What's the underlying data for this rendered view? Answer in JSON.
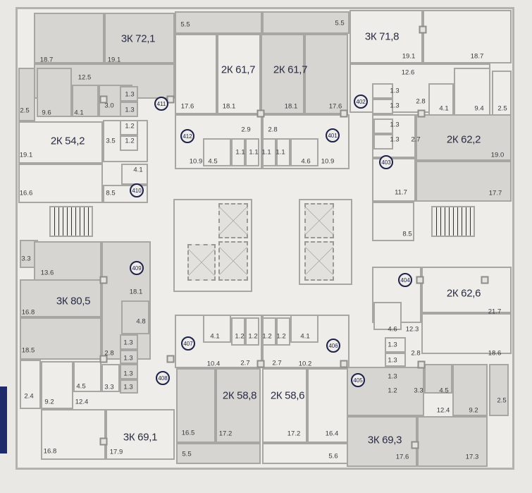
{
  "colors": {
    "wall": "#a7a6a2",
    "room_shaded": "#d6d5d1",
    "room_light": "#eeede9",
    "marker": "#1e2148",
    "accent_tab": "#1f2a6b"
  },
  "apartments": [
    "3К 72,1",
    "2К 61,7",
    "2К 61,7",
    "3К 71,8",
    "2К 54,2",
    "2К 62,2",
    "3К 80,5",
    "2К 62,6",
    "2К 58,8",
    "2К 58,6",
    "3К 69,1",
    "3К 69,3"
  ],
  "unit_numbers": [
    "411",
    "412",
    "410",
    "409",
    "408",
    "407",
    "402",
    "401",
    "403",
    "404",
    "405",
    "406"
  ],
  "room_areas": [
    "18.7",
    "19.1",
    "12.5",
    "2.5",
    "9.6",
    "4.1",
    "3.0",
    "1.3",
    "1.3",
    "5.5",
    "17.6",
    "18.1",
    "1.2",
    "1.2",
    "3.5",
    "19.1",
    "4.1",
    "16.6",
    "8.5",
    "2.9",
    "1.1",
    "1.1",
    "10.9",
    "4.5",
    "5.5",
    "19.1",
    "18.7",
    "12.6",
    "1.3",
    "1.3",
    "2.8",
    "4.1",
    "9.4",
    "2.5",
    "18.1",
    "17.6",
    "2.8",
    "1.1",
    "1.1",
    "4.6",
    "10.9",
    "1.3",
    "1.3",
    "2.7",
    "19.0",
    "11.7",
    "17.7",
    "8.5",
    "3.3",
    "13.6",
    "18.1",
    "16.8",
    "4.8",
    "18.5",
    "2.8",
    "1.3",
    "1.3",
    "1.3",
    "1.3",
    "4.5",
    "3.3",
    "2.4",
    "9.2",
    "12.4",
    "16.8",
    "17.9",
    "16.5",
    "17.2",
    "5.5",
    "4.1",
    "1.2",
    "1.2",
    "10.4",
    "2.7",
    "1.2",
    "1.2",
    "4.1",
    "2.7",
    "10.2",
    "4.6",
    "12.3",
    "1.3",
    "1.3",
    "2.8",
    "1.3",
    "1.2",
    "3.3",
    "4.5",
    "2.5",
    "12.4",
    "9.2",
    "21.7",
    "18.6",
    "17.2",
    "16.4",
    "5.6",
    "17.6",
    "17.3"
  ]
}
